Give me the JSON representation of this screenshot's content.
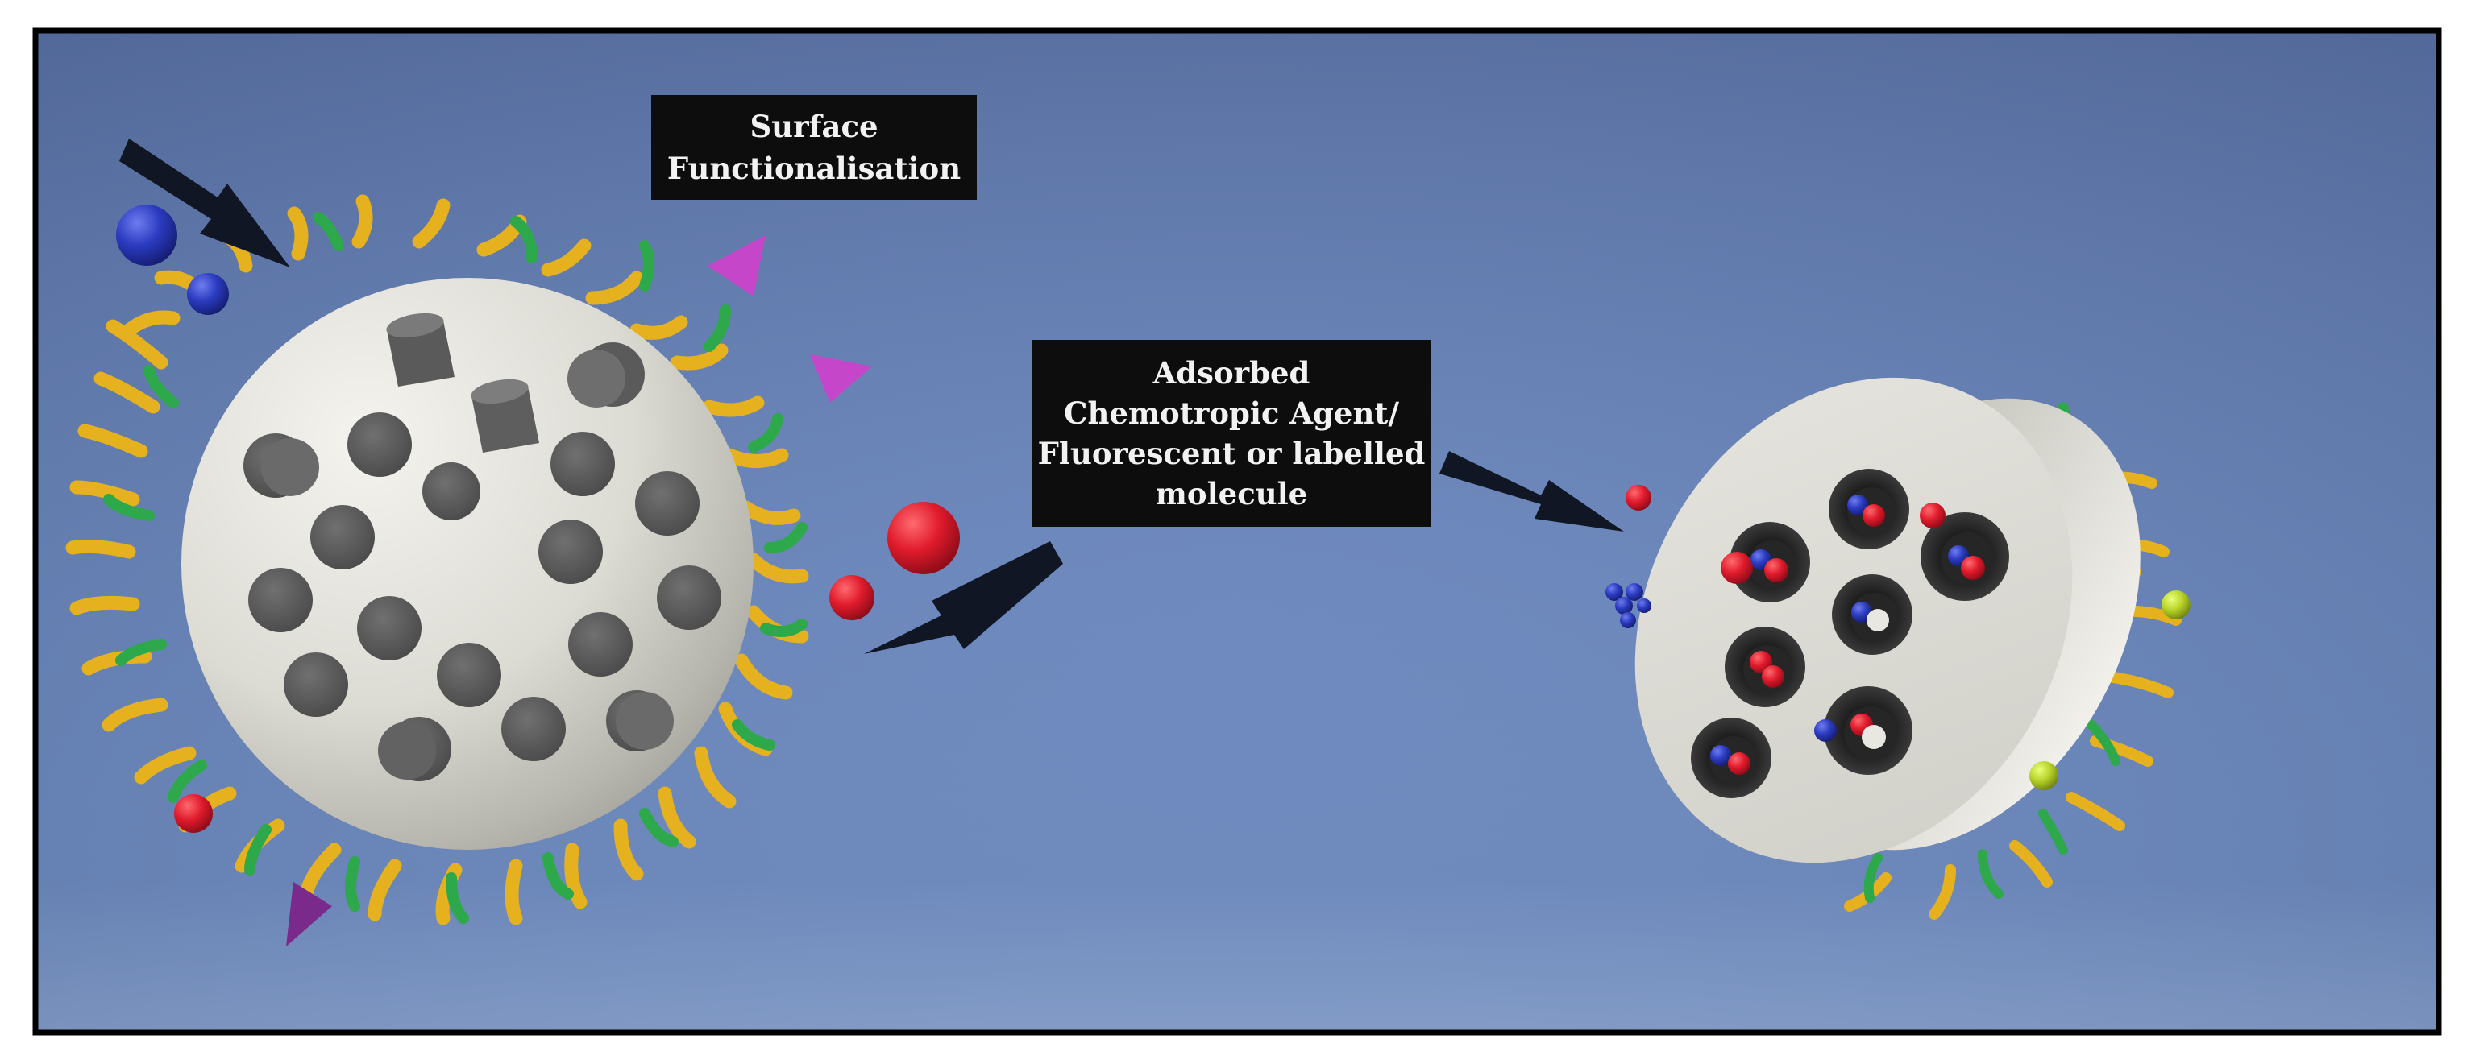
{
  "labels": {
    "surface": {
      "lines": [
        "Surface",
        "Functionalisation"
      ]
    },
    "adsorbed": {
      "lines": [
        "Adsorbed",
        "Chemotropic Agent/",
        "Fluorescent or labelled",
        "molecule"
      ]
    }
  },
  "colors": {
    "background": "#5f7db3",
    "particle": "#d9d8d2",
    "pore": "#585858",
    "chain_yellow": "#e8b21e",
    "chain_green": "#2ea84a",
    "ball_red": "#d8192a",
    "ball_blue": "#2a3ab8",
    "triangle_magenta": "#c445c8",
    "triangle_purple": "#7a2a8a",
    "ball_lime": "#b8d42a",
    "arrow": "#101624",
    "label_bg": "#0d0d0d",
    "label_text": "#f2f2f2"
  }
}
